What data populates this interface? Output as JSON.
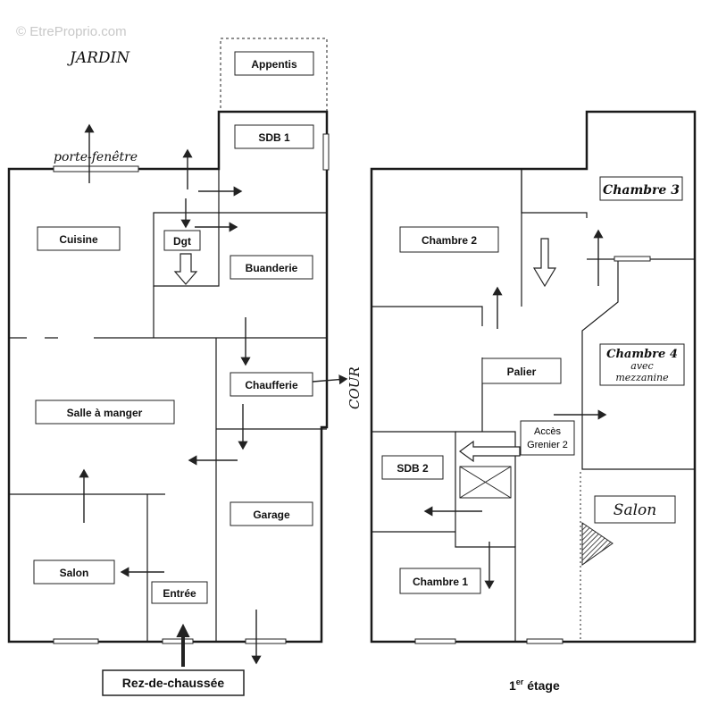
{
  "watermark": "© EtreProprio.com",
  "ground_floor": {
    "title": "Rez-de-chaussée",
    "garden_label": "JARDIN",
    "yard_label": "COUR",
    "french_window_label": "porte-fenêtre",
    "rooms": {
      "appentis": "Appentis",
      "sdb1": "SDB 1",
      "cuisine": "Cuisine",
      "dgt": "Dgt",
      "buanderie": "Buanderie",
      "chaufferie": "Chaufferie",
      "salle_a_manger": "Salle à manger",
      "garage": "Garage",
      "salon": "Salon",
      "entree": "Entrée"
    }
  },
  "first_floor": {
    "title_main": "1",
    "title_sup": "er",
    "title_rest": " étage",
    "rooms": {
      "chambre2": "Chambre 2",
      "chambre3": "Chambre 3",
      "palier": "Palier",
      "chambre4_line1": "Chambre 4",
      "chambre4_line2": "avec",
      "chambre4_line3": "mezzanine",
      "acces_line1": "Accès",
      "acces_line2": "Grenier 2",
      "sdb2": "SDB 2",
      "salon": "Salon",
      "chambre1": "Chambre 1"
    }
  }
}
